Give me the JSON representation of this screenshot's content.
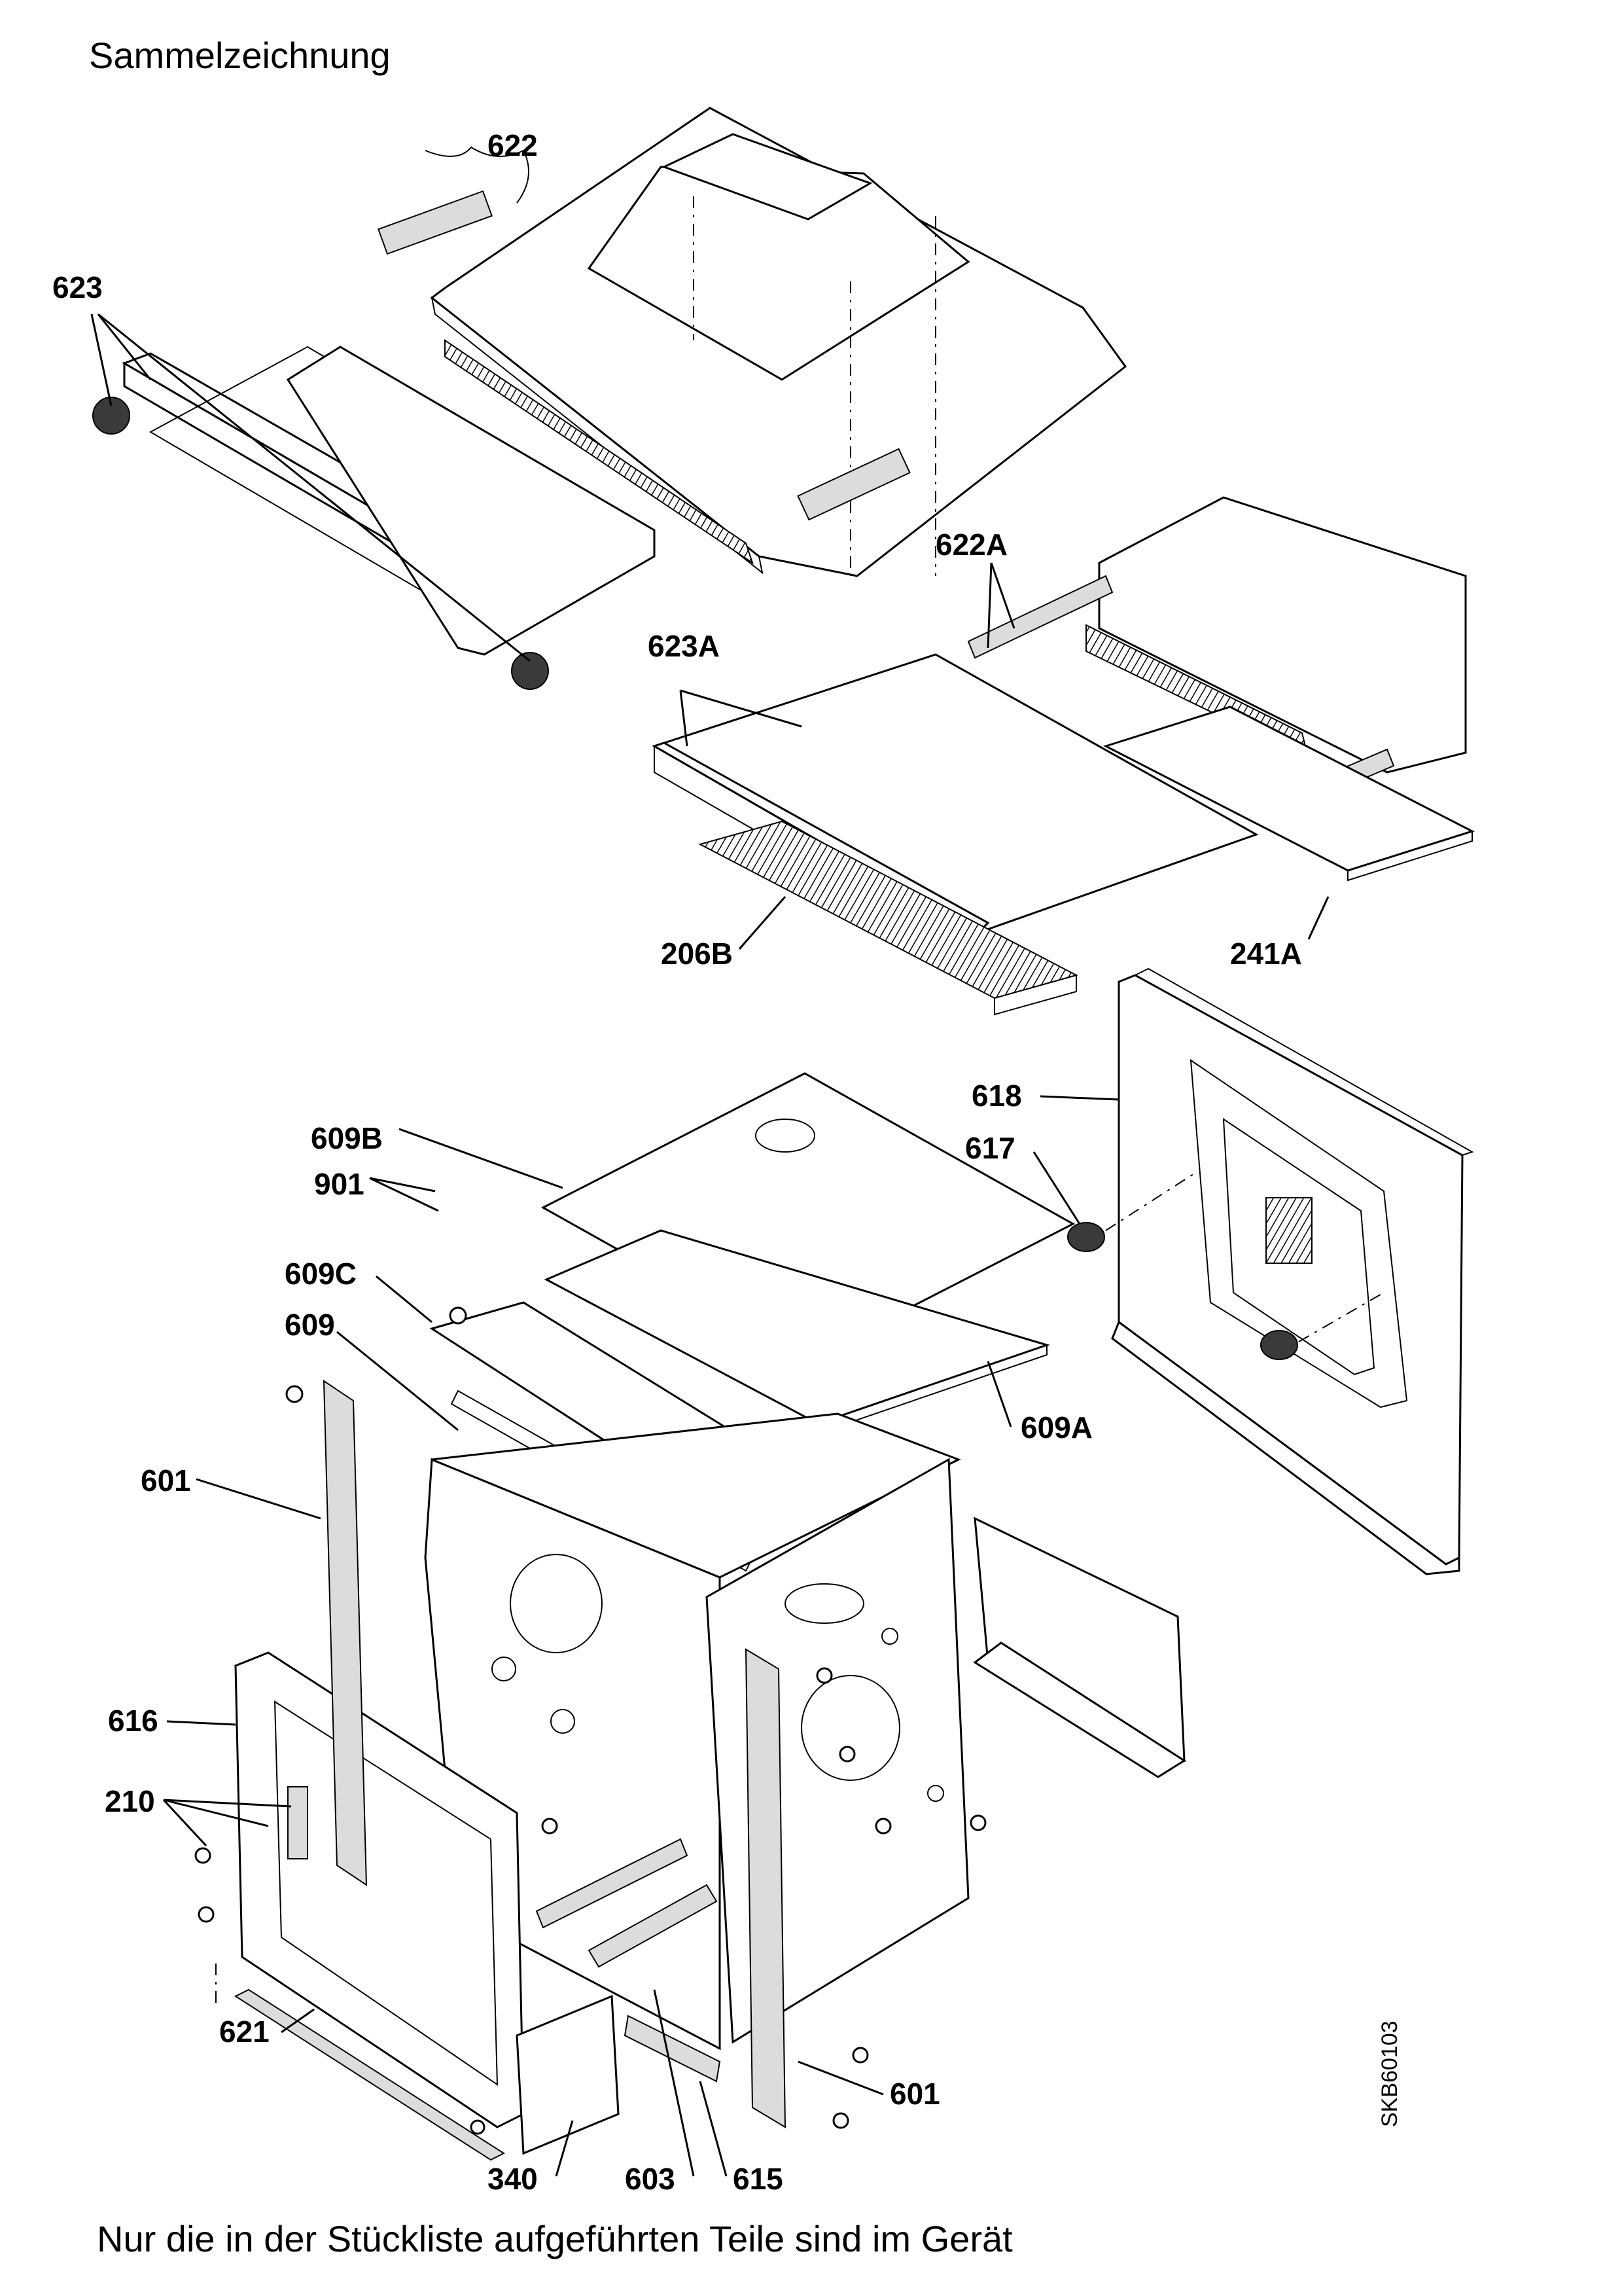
{
  "header": {
    "title": "Sammelzeichnung"
  },
  "footer": {
    "note": "Nur die in der Stückliste aufgeführten Teile sind im Gerät"
  },
  "document_code": "SKB60103",
  "part_labels": {
    "p622": "622",
    "p623": "623",
    "p622A": "622A",
    "p623A": "623A",
    "p206B": "206B",
    "p241A": "241A",
    "p618": "618",
    "p617": "617",
    "p609B": "609B",
    "p901": "901",
    "p609C": "609C",
    "p609": "609",
    "p609A": "609A",
    "p601a": "601",
    "p601b": "601",
    "p616": "616",
    "p210": "210",
    "p621": "621",
    "p340": "340",
    "p603": "603",
    "p615": "615"
  }
}
